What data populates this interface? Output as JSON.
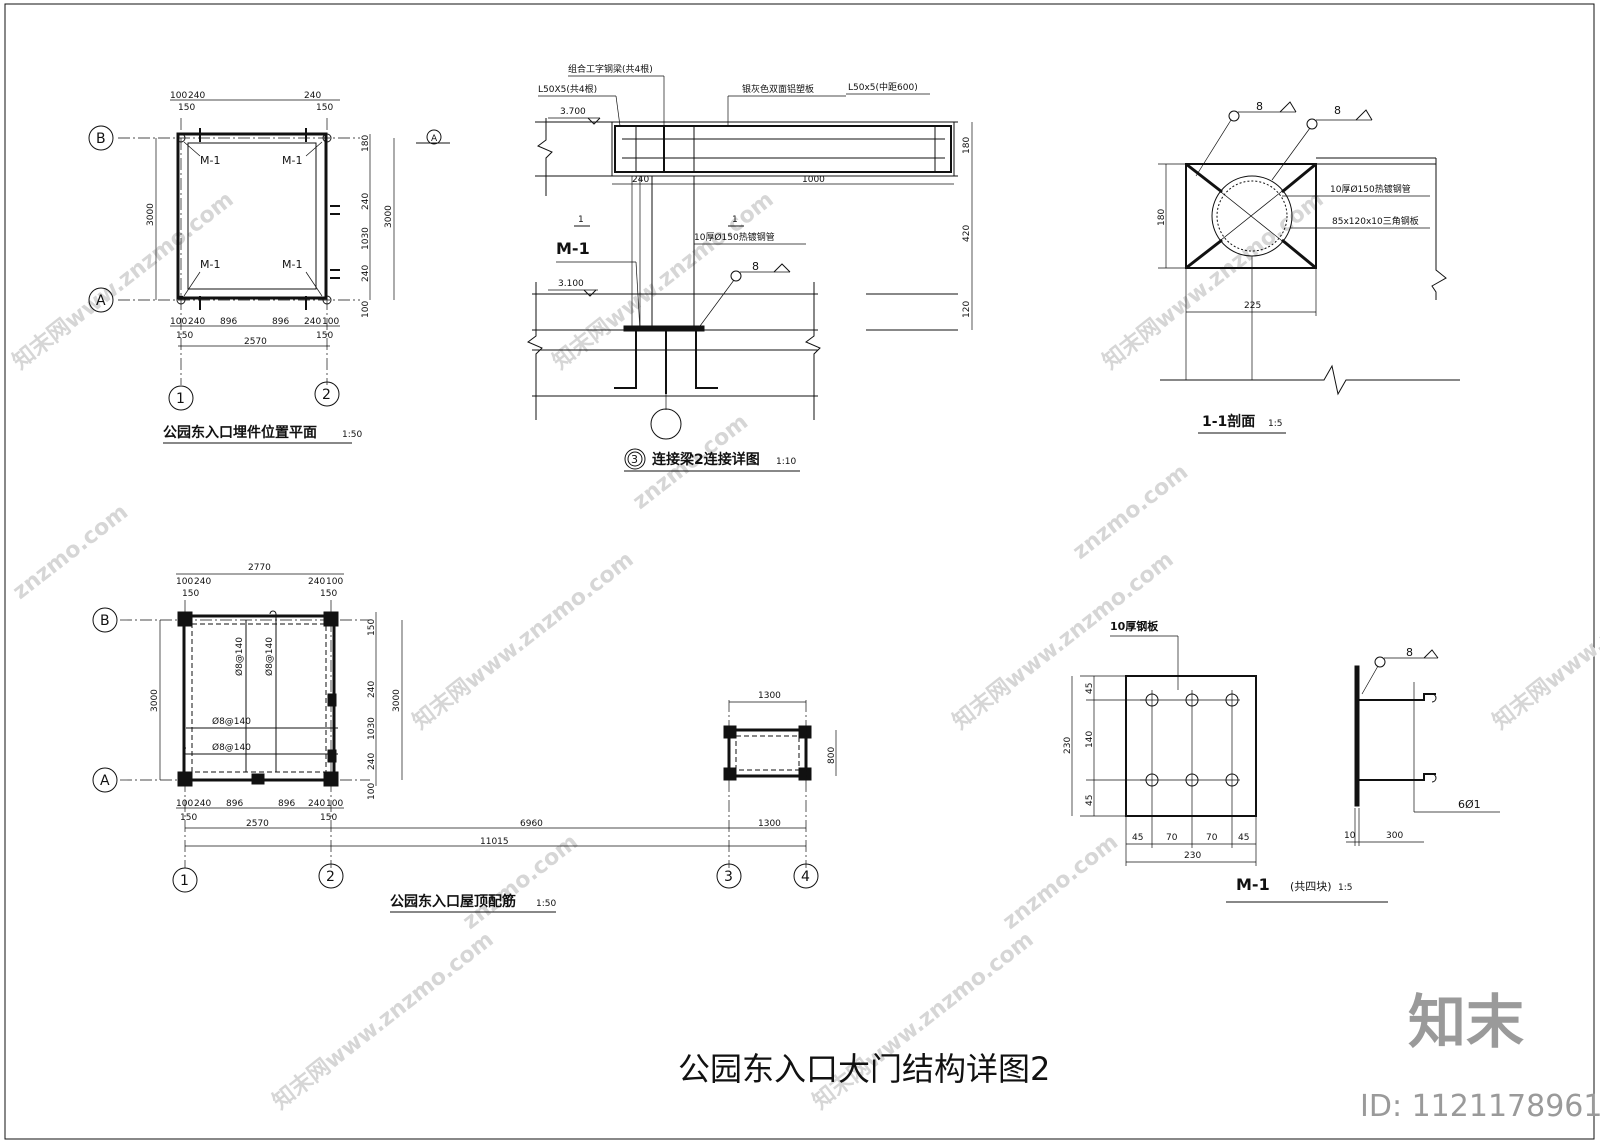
{
  "drawing": {
    "main_title": "公园东入口大门结构详图2"
  },
  "watermark": {
    "brand": "知末",
    "id_text": "ID: 1121178961",
    "diag_text": "知末网www.znzmo.com",
    "url_text": "znzmo.com"
  },
  "plan1": {
    "title": "公园东入口埋件位置平面",
    "scale": "1:50",
    "axis_b": "B",
    "axis_a": "A",
    "axis_1": "1",
    "axis_2": "2",
    "section_mark": "A",
    "embed_label": "M-1",
    "dim_100": "100",
    "dim_240": "240",
    "dim_150": "150",
    "dim_896": "896",
    "dim_2570": "2570",
    "dim_3000": "3000",
    "dim_1030": "1030",
    "dim_180": "180"
  },
  "detail3": {
    "title": "连接梁2连接详图",
    "scale": "1:10",
    "circle_no": "3",
    "label_ibeam": "组合工字钢梁(共4根)",
    "label_angle": "L50X5(共4根)",
    "label_panel": "银灰色双面铝塑板",
    "label_angle2": "L50x5(中距600)",
    "label_pipe": "10厚Ø150热镀钢管",
    "label_m1": "M-1",
    "elev_top": "3.700",
    "elev_bot": "3.100",
    "weld": "8",
    "sec_mark": "1",
    "dim_240": "240",
    "dim_1000": "1000",
    "dim_180": "180",
    "dim_420": "420",
    "dim_120": "120"
  },
  "section11": {
    "title": "1-1剖面",
    "scale": "1:5",
    "weld": "8",
    "label_pipe": "10厚Ø150热镀钢管",
    "label_plate": "85x120x10三角钢板",
    "dim_180": "180",
    "dim_225": "225"
  },
  "plan2": {
    "title": "公园东入口屋顶配筋",
    "scale": "1:50",
    "axis_b": "B",
    "axis_a": "A",
    "axis_1": "1",
    "axis_2": "2",
    "axis_3": "3",
    "axis_4": "4",
    "rebar": "Ø8@140",
    "dim_2770": "2770",
    "dim_100": "100",
    "dim_240": "240",
    "dim_150": "150",
    "dim_896": "896",
    "dim_2570": "2570",
    "dim_3000": "3000",
    "dim_1030": "1030",
    "dim_6960": "6960",
    "dim_1300": "1300",
    "dim_11015": "11015",
    "dim_800": "800"
  },
  "m1": {
    "title": "M-1",
    "subtitle": "(共四块)",
    "scale": "1:5",
    "label_plate": "10厚钢板",
    "weld": "8",
    "rebar": "6Ø1",
    "dim_45": "45",
    "dim_140": "140",
    "dim_230": "230",
    "dim_70": "70",
    "dim_10": "10",
    "dim_300": "300"
  }
}
